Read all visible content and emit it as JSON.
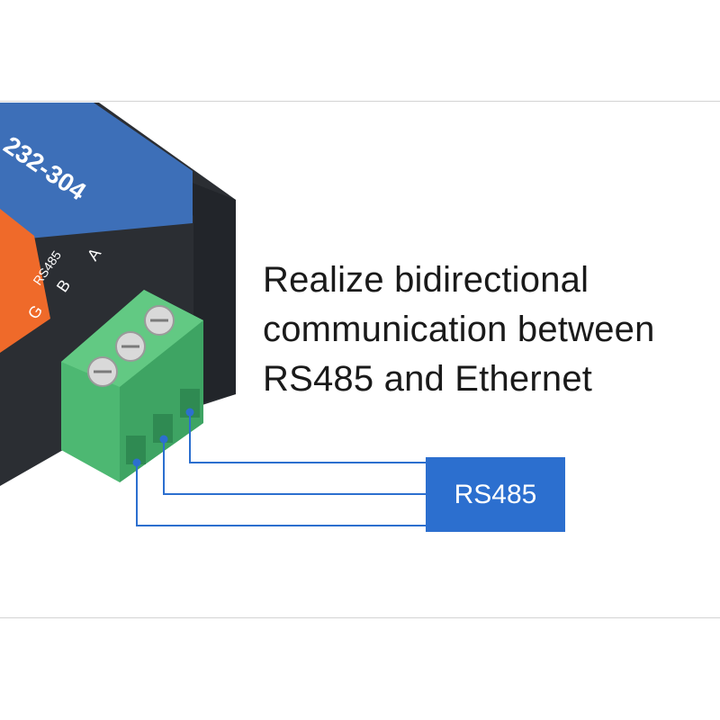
{
  "headline": {
    "line1": "Realize bidirectional",
    "line2": "communication between",
    "line3": "RS485 and Ethernet"
  },
  "device": {
    "model_fragment": "232-304",
    "label_a": "A",
    "label_rs485": "RS485",
    "label_b": "B",
    "label_g": "G"
  },
  "interface_box": {
    "label": "RS485"
  },
  "colors": {
    "device_body": "#2b2e33",
    "device_panel": "#3d6fb8",
    "device_orange": "#ef6a2a",
    "terminal_green": "#4db872",
    "wire_blue": "#2c6fcf",
    "box_blue": "#2c6fcf"
  }
}
